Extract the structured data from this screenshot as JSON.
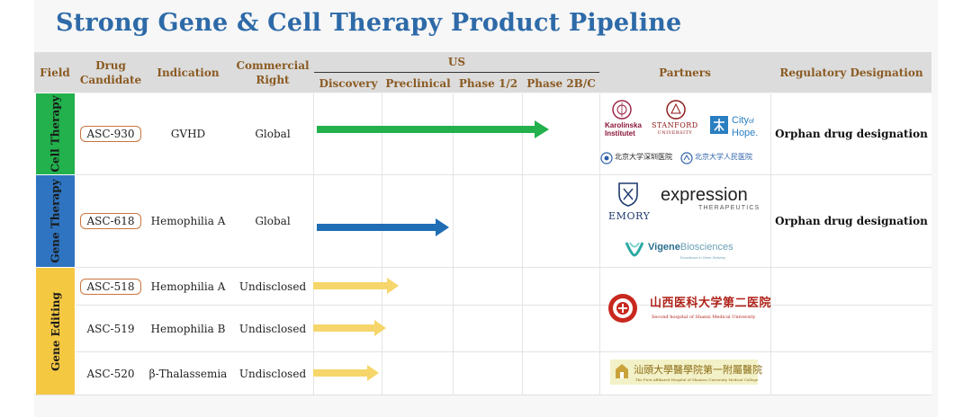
{
  "title": "Strong Gene & Cell Therapy Product Pipeline",
  "headers": {
    "field": "Field",
    "drug_candidate": "Drug Candidate",
    "indication": "Indication",
    "commercial_right": "Commercial Right",
    "us": "US",
    "phases": [
      "Discovery",
      "Preclinical",
      "Phase 1/2",
      "Phase 2B/C"
    ],
    "partners": "Partners",
    "regulatory": "Regulatory Designation"
  },
  "fields": [
    {
      "label": "Cell Therapy",
      "color": "#22b14c"
    },
    {
      "label": "Gene Therapy",
      "color": "#2f74c0"
    },
    {
      "label": "Gene Editing",
      "color": "#f5c842"
    }
  ],
  "rows": [
    {
      "drug": "ASC-930",
      "boxed": true,
      "indication": "GVHD",
      "right": "Global",
      "progress_to": "Phase 2B/C (start)",
      "arrow_color": "#22b14c",
      "designation": "Orphan drug designation"
    },
    {
      "drug": "ASC-618",
      "boxed": true,
      "indication": "Hemophilia A",
      "right": "Global",
      "progress_to": "Preclinical (end)",
      "arrow_color": "#1f6db5",
      "designation": "Orphan drug designation"
    },
    {
      "drug": "ASC-518",
      "boxed": true,
      "indication": "Hemophilia A",
      "right": "Undisclosed",
      "progress_to": "Preclinical (early)",
      "arrow_color": "#f6d66a",
      "designation": ""
    },
    {
      "drug": "ASC-519",
      "boxed": false,
      "indication": "Hemophilia B",
      "right": "Undisclosed",
      "progress_to": "Preclinical (early)",
      "arrow_color": "#f6d66a",
      "designation": ""
    },
    {
      "drug": "ASC-520",
      "boxed": false,
      "indication": "β-Thalassemia",
      "right": "Undisclosed",
      "progress_to": "Preclinical (early)",
      "arrow_color": "#f6d66a",
      "designation": ""
    }
  ],
  "partners": {
    "karolinska_1": "Karolinska",
    "karolinska_2": "Institutet",
    "stanford_1": "STANFORD",
    "stanford_2": "UNIVERSITY",
    "city_1": "City",
    "city_2": "of",
    "city_3": "Hope.",
    "pku_shenzhen": "北京大学深圳医院",
    "pku_peoples": "北京大学人民医院",
    "emory": "EMORY",
    "expression_1": "expression",
    "expression_2": "THERAPEUTICS",
    "vigene_1": "Vigene",
    "vigene_2": "Biosciences",
    "vigene_3": "Excellence in Gene Delivery",
    "shanxi_cn": "山西医科大学第二医院",
    "shanxi_en": "Second hospital of Shanxi Medical University",
    "shantou_cn": "汕頭大學醫學院第一附屬醫院",
    "shantou_en": "The First Affiliated Hospital of Shantou University Medical College"
  }
}
